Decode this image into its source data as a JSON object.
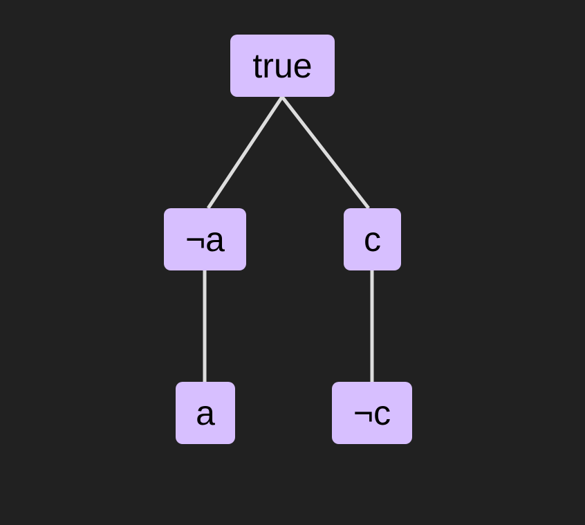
{
  "colors": {
    "background": "#212121",
    "node_fill": "#d7bfff",
    "node_text": "#000000",
    "edge": "#dddddd"
  },
  "tree": {
    "nodes": [
      {
        "id": "root",
        "label": "true"
      },
      {
        "id": "not-a",
        "label": "¬a"
      },
      {
        "id": "c",
        "label": "c"
      },
      {
        "id": "a",
        "label": "a"
      },
      {
        "id": "not-c",
        "label": "¬c"
      }
    ],
    "edges": [
      {
        "from": "root",
        "to": "not-a"
      },
      {
        "from": "root",
        "to": "c"
      },
      {
        "from": "not-a",
        "to": "a"
      },
      {
        "from": "c",
        "to": "not-c"
      }
    ]
  }
}
